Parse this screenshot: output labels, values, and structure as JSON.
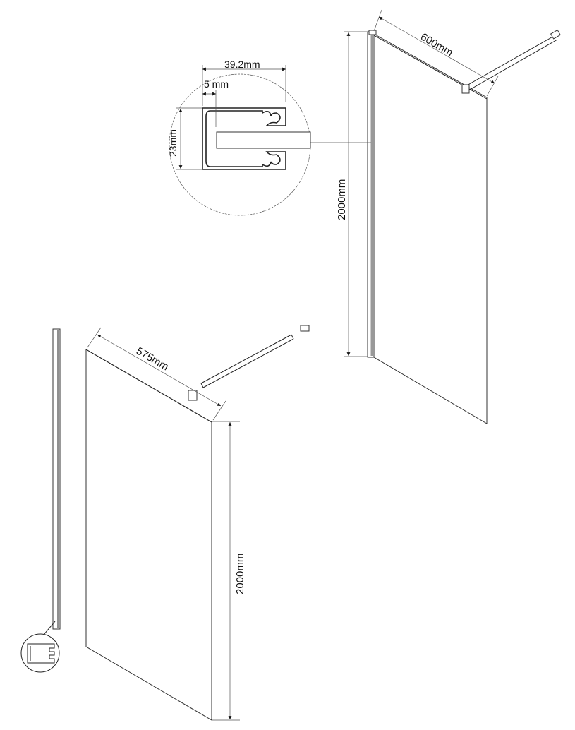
{
  "title": "Walk-in shower screen dimension drawing",
  "assembled_view": {
    "width_label": "600mm",
    "height_label": "2000mm"
  },
  "profile_detail": {
    "profile_width_label": "39.2mm",
    "glass_offset_label": "5 mm",
    "profile_depth_label": "23mm"
  },
  "parts_view": {
    "glass_width_label": "575mm",
    "height_label": "2000mm"
  },
  "colors": {
    "line": "#222222",
    "background": "#ffffff",
    "profile_shade": "#999999"
  }
}
